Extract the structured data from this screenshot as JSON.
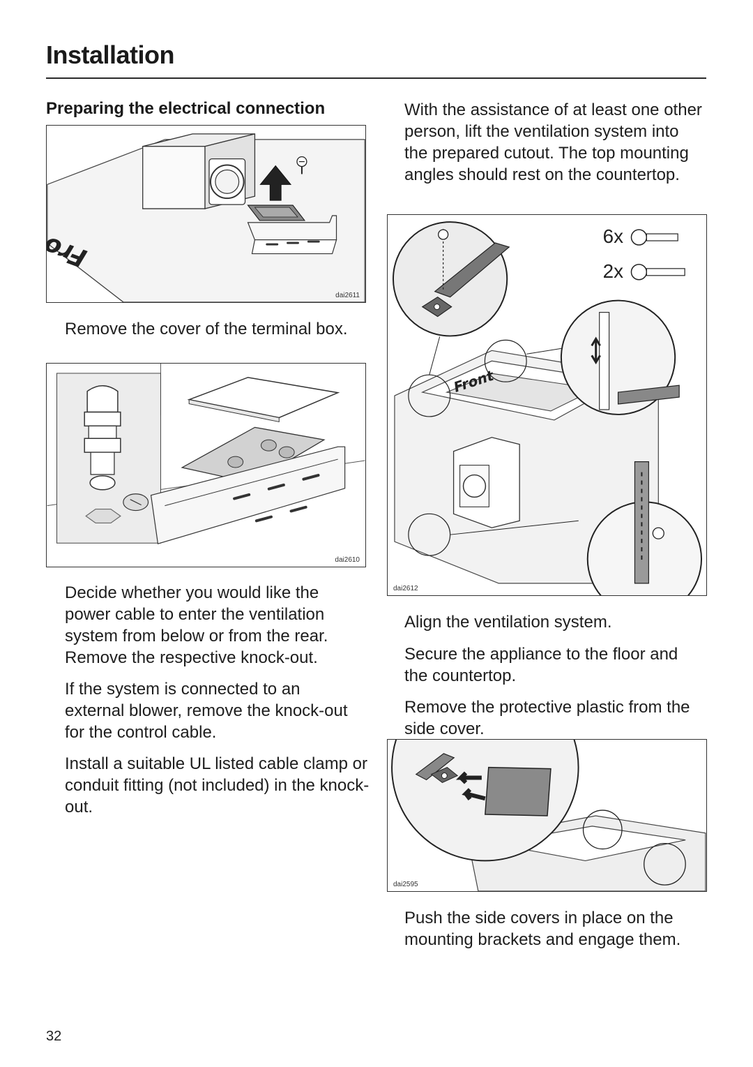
{
  "header": {
    "title": "Installation"
  },
  "left": {
    "subheading": "Preparing the electrical connection",
    "fig1": {
      "id": "dai2611",
      "label": "Front"
    },
    "step1": "Remove the cover of the terminal box.",
    "fig2": {
      "id": "dai2610"
    },
    "step2": "Decide whether you would like the power cable to enter the ventilation system from below or from the rear. Remove the respective knock-out.",
    "step3": "If the system is connected to an external blower, remove the knock-out for the control cable.",
    "step4": "Install a suitable UL listed cable clamp or conduit fitting (not included) in the knock-out."
  },
  "right": {
    "step1": "With the assistance of at least one other person, lift the ventilation system into the prepared cutout. The top mounting angles should rest on the countertop.",
    "fig3": {
      "id": "dai2612",
      "label": "Front",
      "qty_a": "6x",
      "qty_b": "2x"
    },
    "step2": "Align the ventilation system.",
    "step3": "Secure the appliance to the floor and the countertop.",
    "step4": "Remove the protective plastic from the side cover.",
    "fig4": {
      "id": "dai2595"
    },
    "step5": "Push the side covers in place on the mounting brackets and engage them."
  },
  "footer": {
    "page_number": "32"
  }
}
